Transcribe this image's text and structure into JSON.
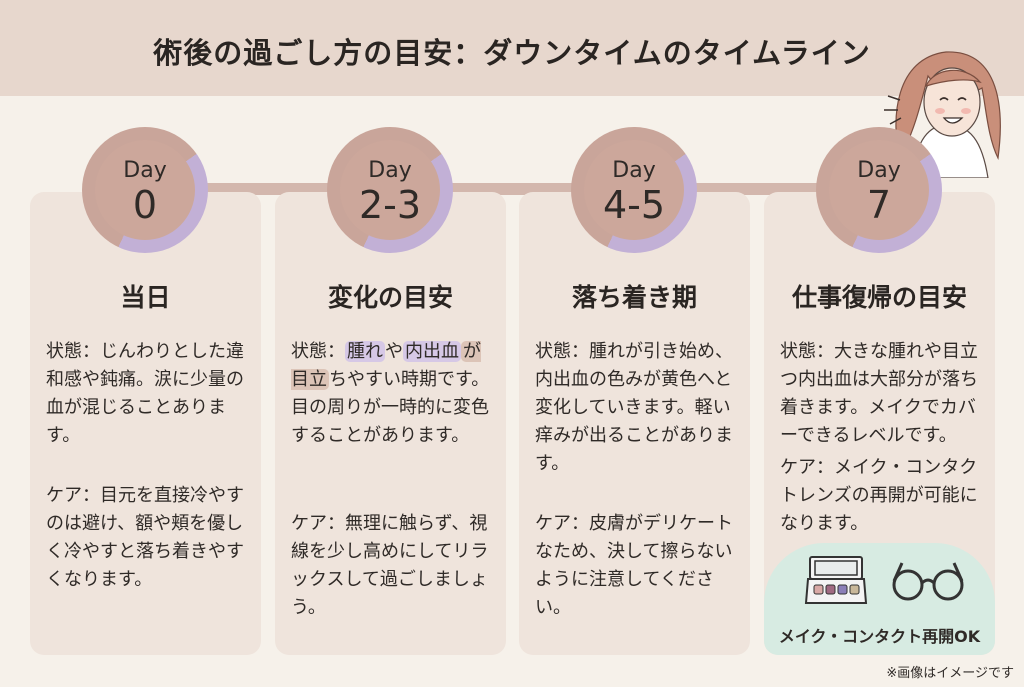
{
  "title": "術後の過ごし方の目安：ダウンタイムのタイムライン",
  "day_word": "Day",
  "cards": [
    {
      "day": "0",
      "title": "当日",
      "state": "状態：じんわりとした違和感や鈍痛。涙に少量の血が混じることあります。",
      "care": "ケア：目元を直接冷やすのは避け、額や頬を優しく冷やすと落ち着きやすくなります。"
    },
    {
      "day": "2-3",
      "title": "変化の目安",
      "state_prefix": "状態：",
      "state_hl1": "腫れ",
      "state_mid": "や",
      "state_hl2": "内出血",
      "state_hl3": "が目立",
      "state_rest": "ちやすい時期です。目の周りが一時的に変色することがあります。",
      "care": "ケア：無理に触らず、視線を少し高めにしてリラックスして過ごしましょう。"
    },
    {
      "day": "4-5",
      "title": "落ち着き期",
      "state": "状態：腫れが引き始め、内出血の色みが黄色へと変化していきます。軽い痒みが出ることがあります。",
      "care": "ケア：皮膚がデリケートなため、決して擦らないように注意してください。"
    },
    {
      "day": "7",
      "title": "仕事復帰の目安",
      "state": "状態：大きな腫れや目立つ内出血は大部分が落ち着きます。メイクでカバーできるレベルです。",
      "care": "ケア：メイク・コンタクトレンズの再開が可能になります。",
      "badge_label": "メイク・コンタクト再開OK"
    }
  ],
  "footnote": "※画像はイメージです",
  "colors": {
    "background": "#f6f1ea",
    "title_band": "#e7d7cd",
    "card": "#efe4dc",
    "badge": "#cca79b",
    "badge_ring_purple": "#c2b0d6",
    "highlight_purple": "#d6c8e6",
    "mint": "#d7ebe2"
  },
  "icons": [
    "woman-illustration",
    "eyeshadow-palette-icon",
    "glasses-icon"
  ]
}
